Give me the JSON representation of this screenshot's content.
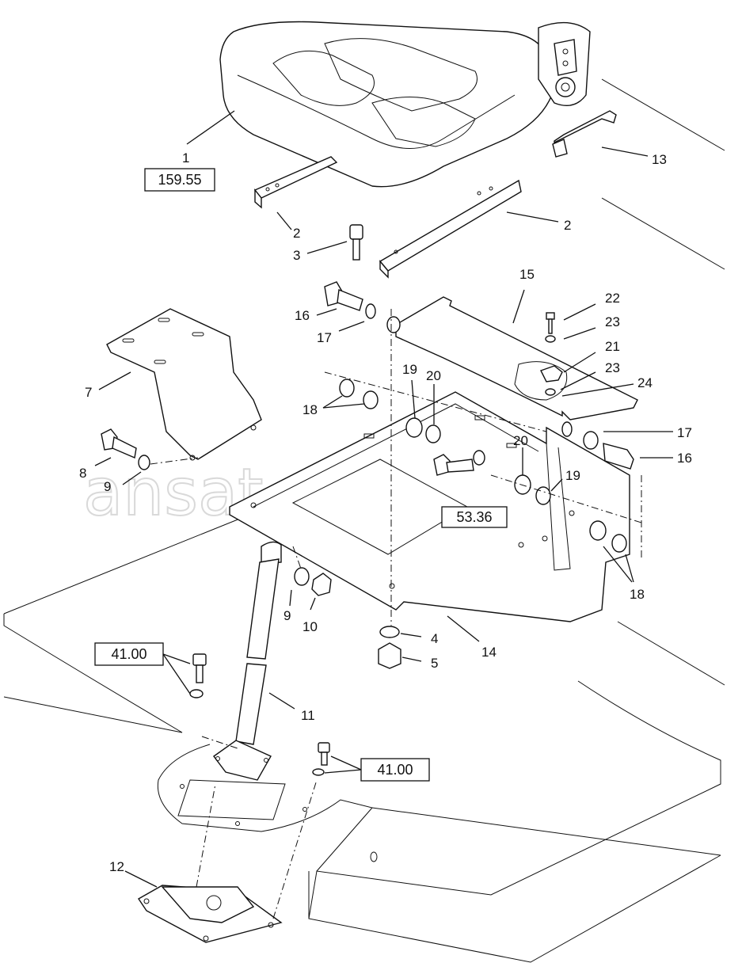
{
  "watermark": "ansat-parts.ru",
  "references": {
    "seat": "159.55",
    "bracket": "53.36",
    "floor_left": "41.00",
    "floor_right": "41.00"
  },
  "callouts": {
    "c1": "1",
    "c2a": "2",
    "c2b": "2",
    "c3": "3",
    "c4": "4",
    "c5": "5",
    "c7": "7",
    "c8": "8",
    "c9a": "9",
    "c9b": "9",
    "c10": "10",
    "c11": "11",
    "c12": "12",
    "c13": "13",
    "c14": "14",
    "c15": "15",
    "c16a": "16",
    "c16b": "16",
    "c17a": "17",
    "c17b": "17",
    "c18a": "18",
    "c18b": "18",
    "c19a": "19",
    "c19b": "19",
    "c20a": "20",
    "c20b": "20",
    "c21": "21",
    "c22": "22",
    "c23a": "23",
    "c23b": "23",
    "c24": "24"
  }
}
